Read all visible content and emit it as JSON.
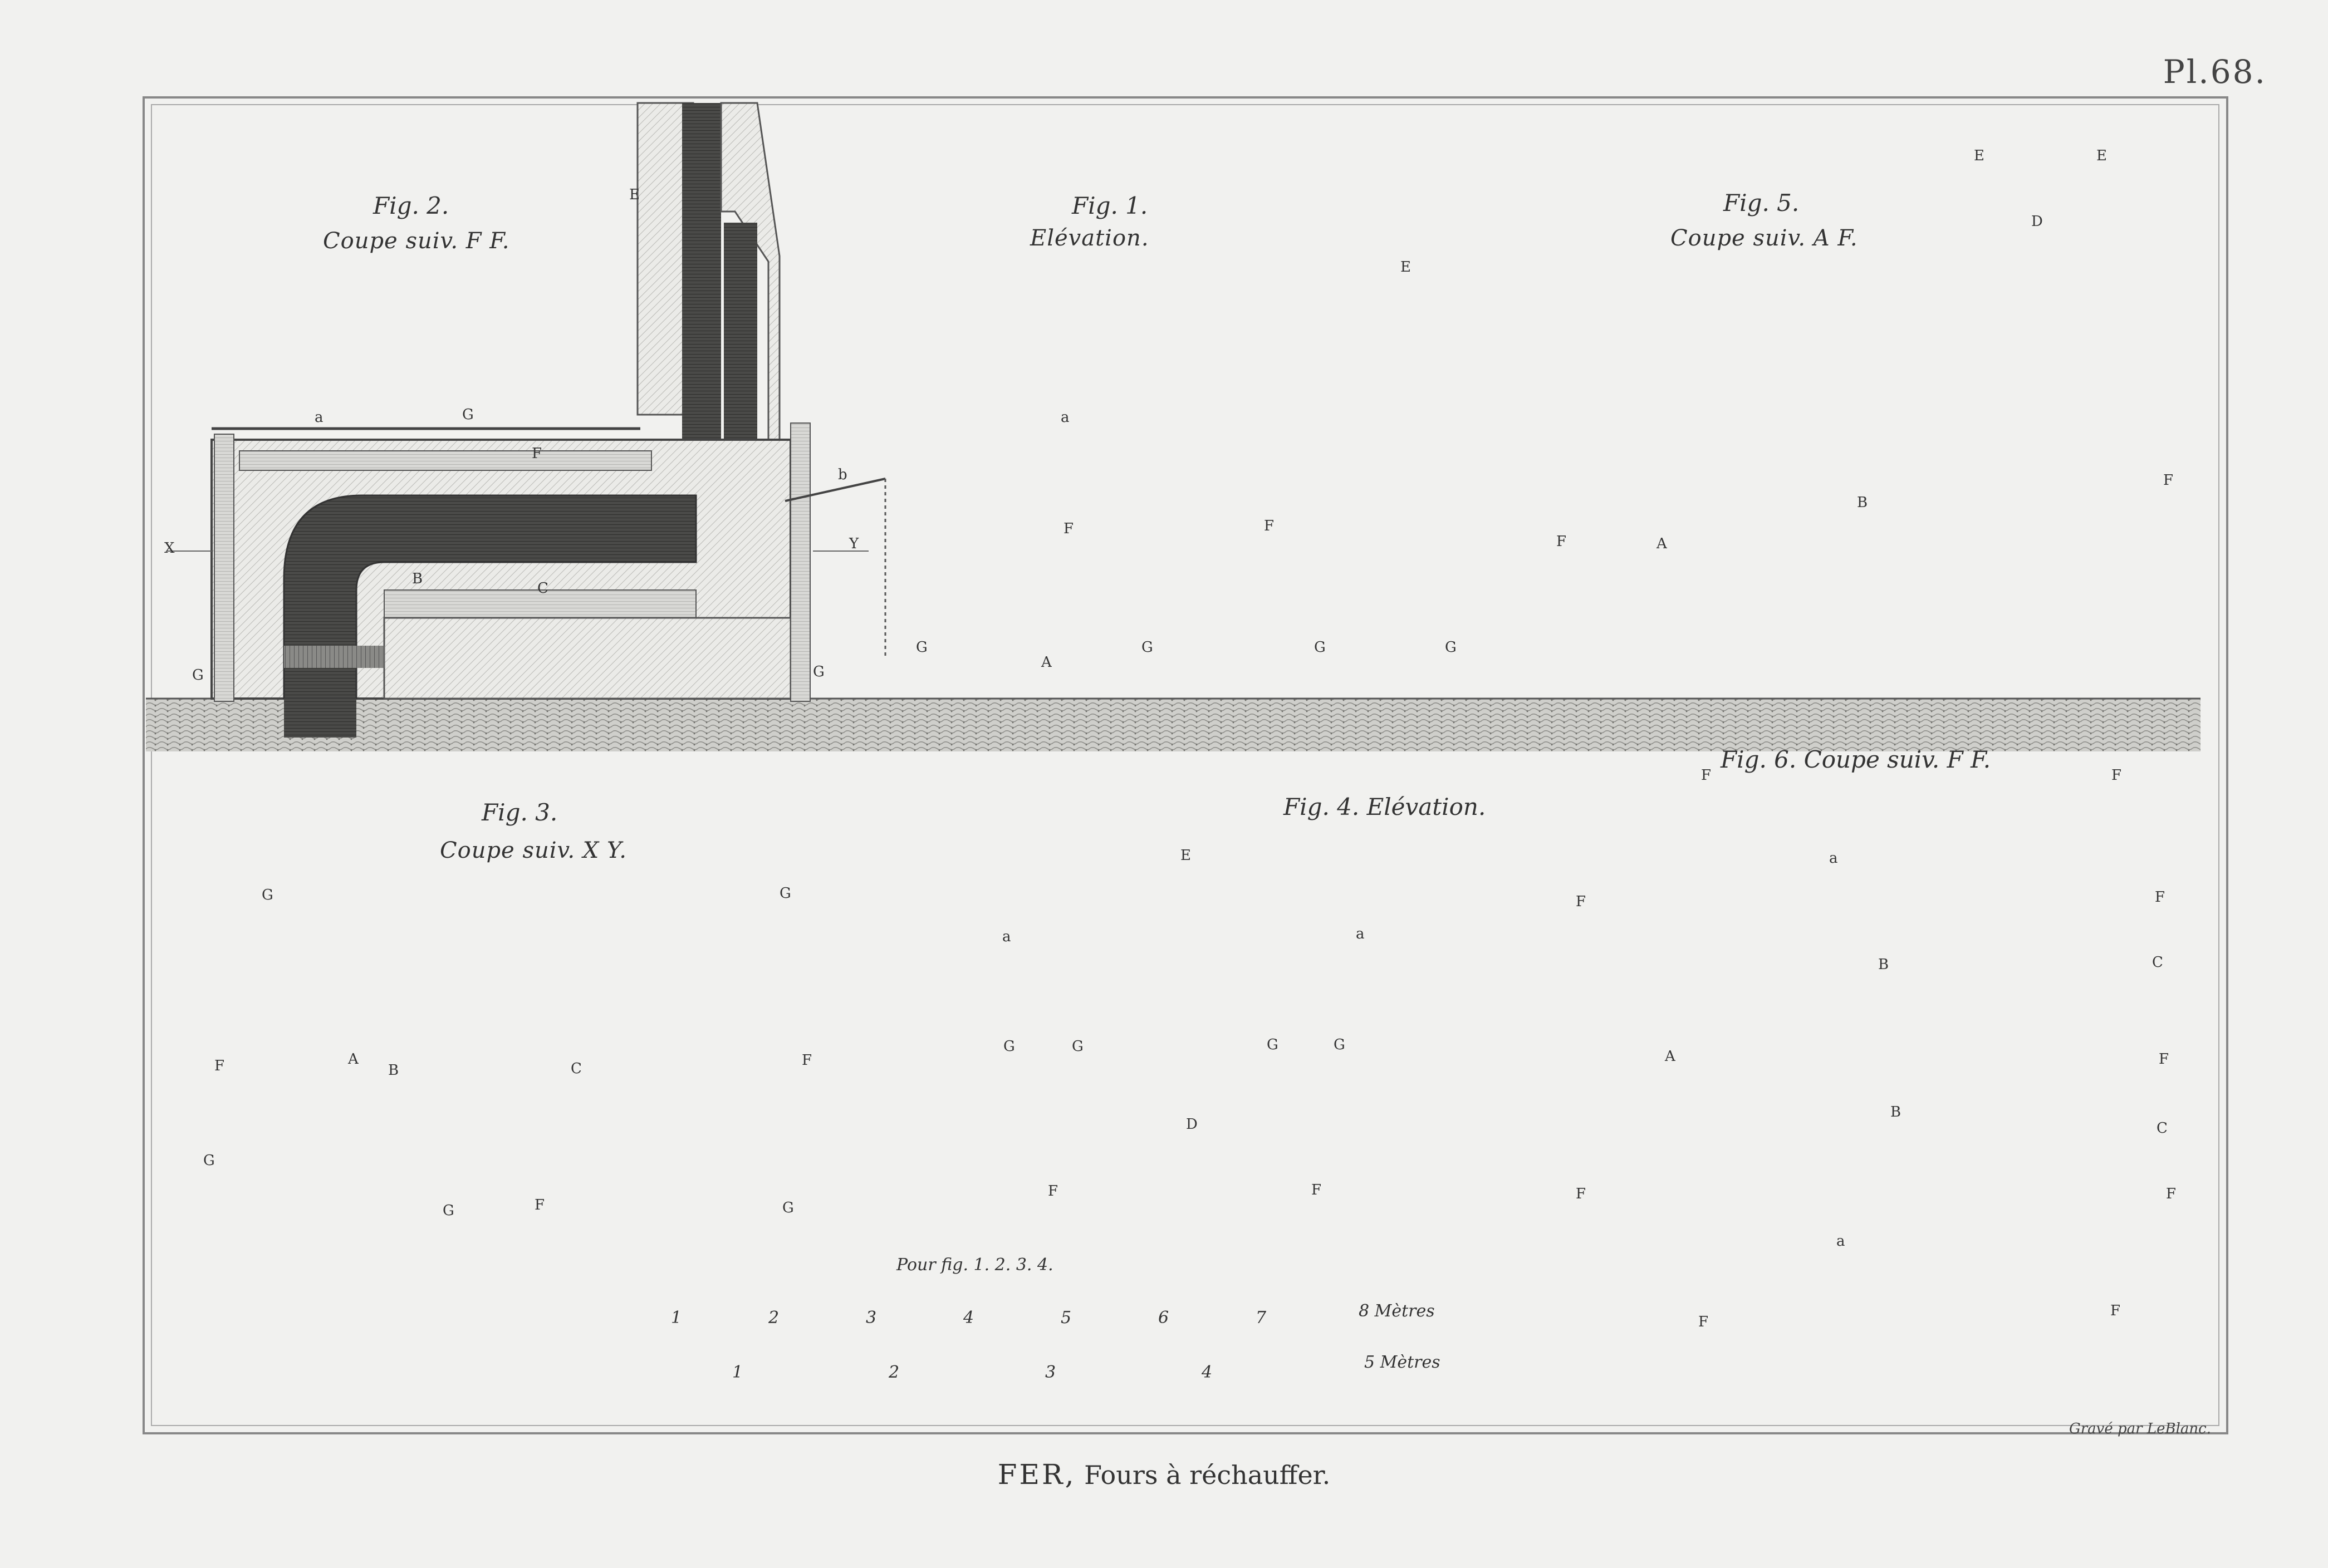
{
  "plate_number": "Pl.68.",
  "caption": {
    "main": "FER,",
    "rest": "Fours à réchauffer."
  },
  "engraver": "Gravé par LeBlanc.",
  "figures": {
    "fig2": {
      "title": "Fig. 2.",
      "subtitle": "Coupe suiv. F F."
    },
    "fig1": {
      "title": "Fig. 1.",
      "subtitle": "Elévation."
    },
    "fig5": {
      "title": "Fig. 5.",
      "subtitle": "Coupe suiv. A F."
    },
    "fig3": {
      "title": "Fig. 3.",
      "subtitle": "Coupe suiv. X Y."
    },
    "fig4": {
      "title": "Fig. 4. Elévation."
    },
    "fig6": {
      "title": "Fig. 6. Coupe suiv. F F."
    }
  },
  "scale": {
    "title": "Pour fig. 1. 2. 3. 4.",
    "bar1_ticks": [
      "1",
      "2",
      "3",
      "4",
      "5",
      "6",
      "7"
    ],
    "bar1_unit": "8 Mètres",
    "bar2_ticks": [
      "1",
      "2",
      "3",
      "4"
    ],
    "bar2_unit": "5 Mètres"
  },
  "letters": {
    "a": "a",
    "b": "b",
    "A": "A",
    "B": "B",
    "C": "C",
    "D": "D",
    "E": "E",
    "F": "F",
    "G": "G",
    "X": "X",
    "Y": "Y"
  },
  "colors": {
    "paper": "#f1f1ef",
    "ink": "#2a2a2a",
    "mid": "#6b6b6b",
    "light": "#c9c9c6",
    "dark": "#3a3a3a"
  }
}
